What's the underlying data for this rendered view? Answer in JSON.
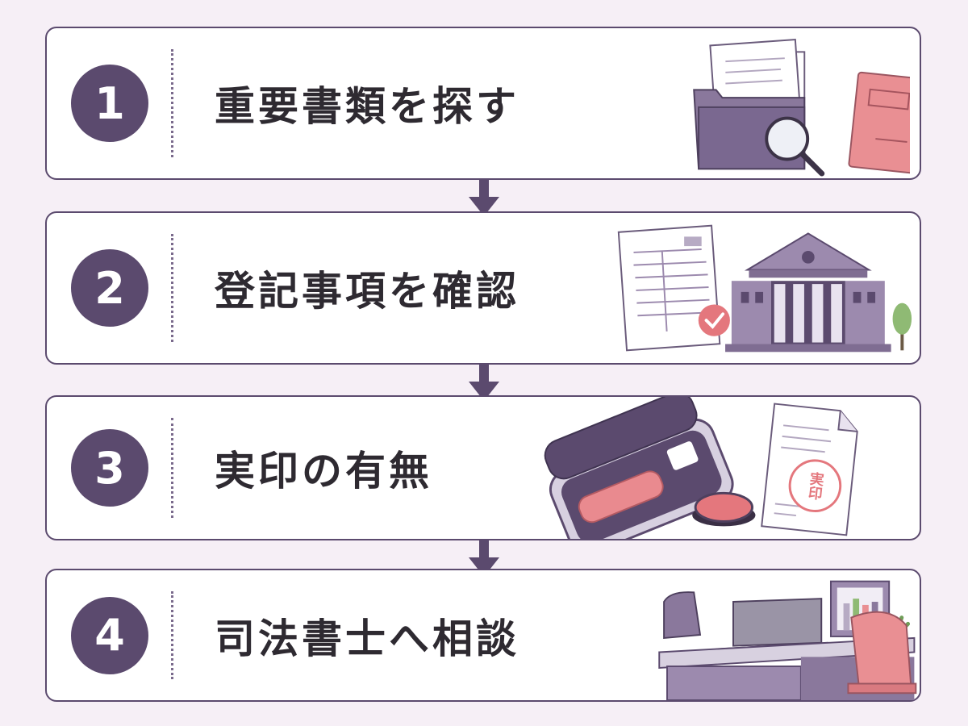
{
  "colors": {
    "accent": "#5b4a6e",
    "pink": "#e88a8f",
    "light_purple": "#9c8aae",
    "background": "#f6eff6"
  },
  "steps": [
    {
      "number": "1",
      "title": "重要書類を探す",
      "illustration": "folder-documents-magnifier"
    },
    {
      "number": "2",
      "title": "登記事項を確認",
      "illustration": "register-document-courthouse"
    },
    {
      "number": "3",
      "title": "実印の有無",
      "illustration": "seal-case-document"
    },
    {
      "number": "4",
      "title": "司法書士へ相談",
      "illustration": "office-desk-laptop"
    }
  ],
  "seal_stamp_text": "実印"
}
